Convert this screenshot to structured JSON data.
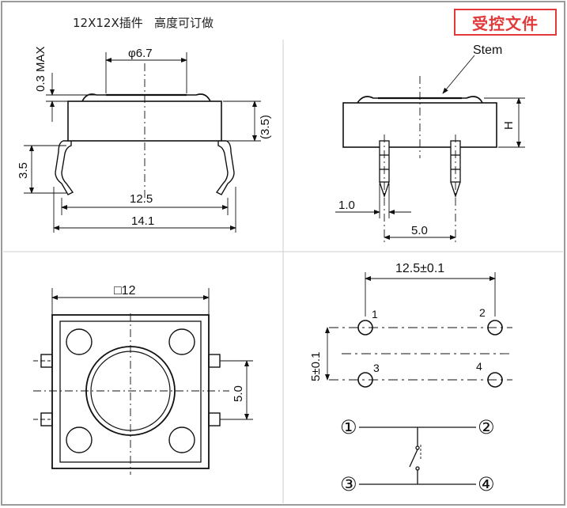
{
  "header": {
    "title": "12X12X插件   高度可订做",
    "stamp": "受控文件"
  },
  "side_view": {
    "dim_stem_diameter": "φ6.7",
    "dim_max_height": "0.3 MAX",
    "dim_body_height": "(3.5)",
    "dim_lead_length": "3.5",
    "dim_lead_span_inner": "12.5",
    "dim_lead_span_outer": "14.1"
  },
  "front_view": {
    "label_stem": "Stem",
    "dim_height": "H",
    "dim_pin_width": "1.0",
    "dim_pin_pitch": "5.0"
  },
  "top_view": {
    "dim_body_square": "□12",
    "dim_pin_pitch": "5.0"
  },
  "pcb_layout": {
    "dim_horizontal": "12.5±0.1",
    "dim_vertical": "5±0.1",
    "pin_labels": [
      "1",
      "2",
      "3",
      "4"
    ]
  },
  "schematic": {
    "terminals": [
      "①",
      "②",
      "③",
      "④"
    ]
  },
  "colors": {
    "stamp": "#e23a3a",
    "frame": "#9a9a9a",
    "line": "#111111"
  }
}
